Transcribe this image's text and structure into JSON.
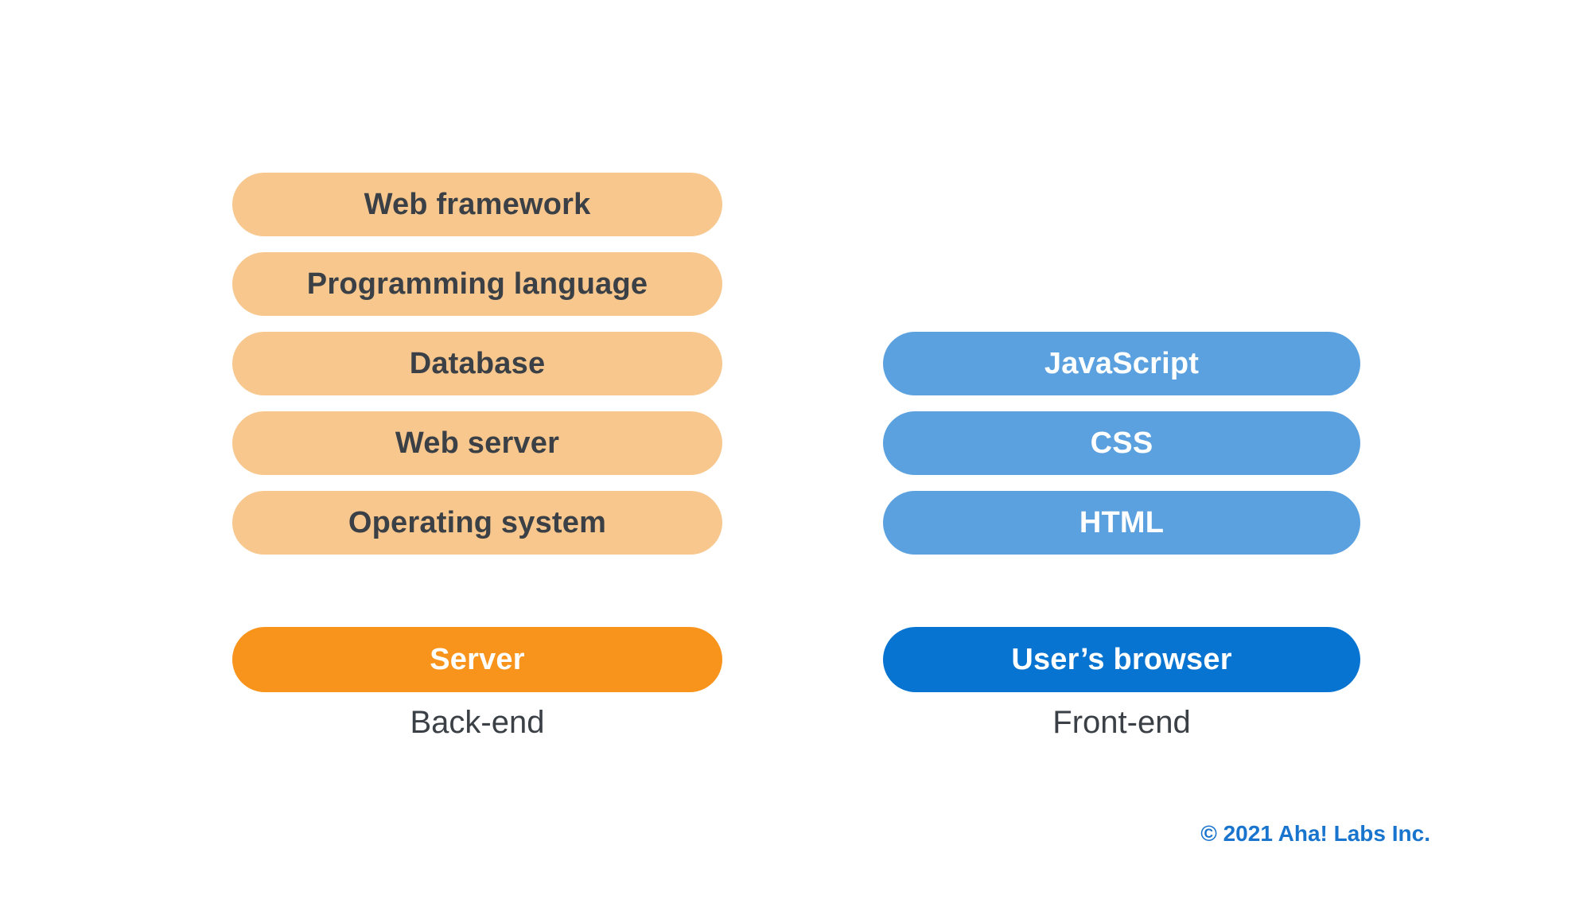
{
  "diagram": {
    "backend": {
      "label": "Back-end",
      "stack": [
        "Web framework",
        "Programming language",
        "Database",
        "Web server",
        "Operating system"
      ],
      "base": "Server"
    },
    "frontend": {
      "label": "Front-end",
      "stack": [
        "JavaScript",
        "CSS",
        "HTML"
      ],
      "base": "User’s browser"
    }
  },
  "colors": {
    "background": "#FFFFFF",
    "backend_stack_pill": "#F8C78E",
    "backend_base_pill": "#F8941B",
    "frontend_stack_pill": "#5BA1DF",
    "frontend_base_pill": "#0774D1",
    "pill_text_dark": "#3A4045",
    "pill_text_light": "#FFFFFF",
    "caption_text": "#3A4045",
    "copyright_text": "#1974CE"
  },
  "footer": {
    "copyright": "© 2021 Aha! Labs Inc."
  }
}
